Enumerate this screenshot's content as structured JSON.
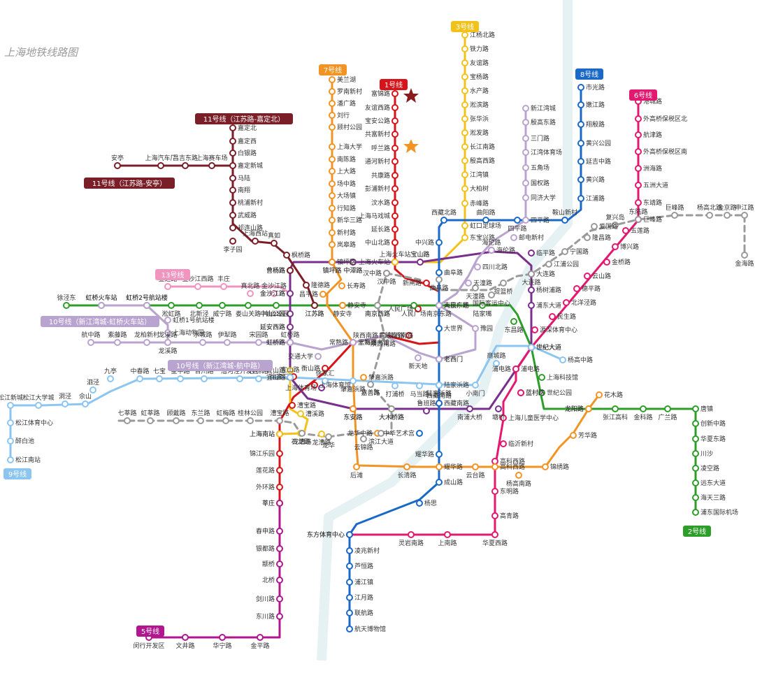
{
  "title": "上海地铁线路图",
  "river_color": "#e6f1f4",
  "lines": [
    {
      "id": "l1",
      "badge": "1号线",
      "color": "#d7141a",
      "stations": [
        "富锦路",
        "友谊西路",
        "宝安公路",
        "共富新村",
        "呼兰路",
        "通河新村",
        "共康路",
        "彭浦新村",
        "汶水路",
        "上海马戏城",
        "延长路",
        "中山北路",
        "上海火车站",
        "汉中路",
        "新闸路",
        "人民广场",
        "黄陂南路",
        "陕西南路",
        "常熟路",
        "衡山路",
        "徐家汇",
        "上海体育馆",
        "漕宝路",
        "上海南站",
        "锦江乐园",
        "莲花路",
        "外环路",
        "莘庄"
      ]
    },
    {
      "id": "l2",
      "badge": "2号线",
      "color": "#2e9e2a",
      "stations": [
        "徐泾东",
        "虹桥火车站",
        "虹桥2号航站楼",
        "淞虹路",
        "北新泾",
        "威宁路",
        "娄山关路",
        "中山公园",
        "江苏路",
        "静安寺",
        "南京西路",
        "人民广场",
        "南京东路",
        "陆家嘴",
        "东昌路",
        "世纪大道",
        "上海科技馆",
        "世纪公园",
        "龙阳路",
        "张江高科",
        "金科路",
        "广兰路",
        "唐镇",
        "创新中路",
        "华夏东路",
        "川沙",
        "凌空路",
        "远东大道",
        "海天三路",
        "浦东国际机场"
      ]
    },
    {
      "id": "l3",
      "badge": "3号线",
      "color": "#f2c21b",
      "stations": [
        "江杨北路",
        "铁力路",
        "友谊路",
        "宝杨路",
        "水产路",
        "淞滨路",
        "张华浜",
        "淞发路",
        "长江南路",
        "殷高西路",
        "江湾镇",
        "大柏树",
        "赤峰路",
        "虹口足球场",
        "东宝兴路",
        "宝山路",
        "上海火车站",
        "中潭路",
        "镇坪路",
        "曹杨路",
        "金沙江路",
        "中山公园",
        "延安西路",
        "虹桥路",
        "宜山路",
        "漕溪路",
        "龙漕路",
        "石龙路",
        "上海南站"
      ]
    },
    {
      "id": "l4",
      "badge": "4号线",
      "color": "#7a2e8e",
      "stations": [
        "宜山路",
        "上海体育场",
        "东安路",
        "大木桥路",
        "鲁班路",
        "西藏南路",
        "南浦大桥",
        "塘桥",
        "蓝村路",
        "浦电路",
        "世纪大道",
        "浦东大道",
        "杨树浦路",
        "大连路",
        "临平路",
        "海伦路",
        "宝山路",
        "中潭路",
        "镇坪路",
        "曹杨路",
        "金沙江路",
        "中山公园",
        "延安西路",
        "虹桥路"
      ]
    },
    {
      "id": "l5",
      "badge": "5号线",
      "color": "#b1168f",
      "stations": [
        "莘庄",
        "春申路",
        "银都路",
        "颛桥",
        "北桥",
        "剑川路",
        "东川路",
        "金平路",
        "华宁路",
        "文井路",
        "闵行开发区"
      ]
    },
    {
      "id": "l6",
      "badge": "6号线",
      "color": "#e3186f",
      "stations": [
        "港城路",
        "外高桥保税区北",
        "航津路",
        "外高桥保税区南",
        "洲海路",
        "五洲大道",
        "东靖路",
        "巨峰路",
        "五莲路",
        "博兴路",
        "金桥路",
        "云山路",
        "德平路",
        "北洋泾路",
        "民生路",
        "源深体育中心",
        "世纪大道",
        "浦电路",
        "蓝村路",
        "上海儿童医学中心",
        "临沂新村",
        "高科西路",
        "东明路",
        "高青路",
        "华夏西路",
        "上南路",
        "灵岩南路",
        "东方体育中心"
      ]
    },
    {
      "id": "l7",
      "badge": "7号线",
      "color": "#f29424",
      "stations": [
        "美兰湖",
        "罗南新村",
        "潘广路",
        "刘行",
        "顾村公园",
        "上海大学",
        "南陈路",
        "上大路",
        "场中路",
        "大场镇",
        "行知路",
        "新华三路",
        "新村路",
        "岚皋路",
        "镇坪路",
        "长寿路",
        "昌平路",
        "静安寺",
        "常熟路",
        "肇嘉浜路",
        "东安路",
        "龙华中路",
        "后滩",
        "长清路",
        "耀华路",
        "云台路",
        "高科西路",
        "杨高南路",
        "锦绣路",
        "芳华路",
        "龙阳路",
        "花木路"
      ]
    },
    {
      "id": "l8",
      "badge": "8号线",
      "color": "#1a68c8",
      "stations": [
        "市光路",
        "嫩江路",
        "翔殷路",
        "黄兴公园",
        "延吉中路",
        "黄兴路",
        "江浦路",
        "鞍山新村",
        "四平路",
        "曲阳路",
        "西藏北路",
        "中兴路",
        "曲阜路",
        "人民广场",
        "大世界",
        "老西门",
        "陆家浜路",
        "西藏南路",
        "中华艺术宫",
        "耀华路",
        "成山路",
        "杨思",
        "东方体育中心",
        "凌兆新村",
        "芦恒路",
        "浦江镇",
        "江月路",
        "联航路",
        "航天博物馆"
      ]
    },
    {
      "id": "l9",
      "badge": "9号线",
      "color": "#8cc6f0",
      "stations": [
        "松江南站",
        "醉白池",
        "松江体育中心",
        "松江新城",
        "松江大学城",
        "洞泾",
        "佘山",
        "泗泾",
        "九亭",
        "中春路",
        "七宝",
        "星中路",
        "合川路",
        "漕河泾开发区",
        "桂林路",
        "宜山路",
        "徐家汇",
        "肇嘉浜路",
        "嘉善路",
        "打浦桥",
        "马当路",
        "陆家浜路",
        "小南门",
        "商城路",
        "世纪大道",
        "杨高中路"
      ]
    },
    {
      "id": "l10",
      "badge": "10号线（新江湾城-虹桥火车站）",
      "color": "#b9a3cf",
      "stations": [
        "新江湾城",
        "殷高东路",
        "三门路",
        "江湾体育场",
        "五角场",
        "国权路",
        "同济大学",
        "四平路",
        "邮电新村",
        "海伦路",
        "四川北路",
        "天潼路",
        "南京东路",
        "豫园",
        "老西门",
        "新天地",
        "陕西南路",
        "上海图书馆",
        "交通大学",
        "虹桥路",
        "宋园路",
        "伊犁路",
        "水城路",
        "龙溪路",
        "上海动物园",
        "虹桥1号航站楼",
        "虹桥2号航站楼",
        "虹桥火车站"
      ]
    },
    {
      "id": "l10b",
      "badge": "10号线（新江湾城-航中路）",
      "color": "#b9a3cf",
      "stations": [
        "龙溪路",
        "龙柏新村",
        "紫藤路",
        "航中路"
      ]
    },
    {
      "id": "l11a",
      "badge": "11号线（江苏路-嘉定北）",
      "color": "#7a1f28",
      "stations": [
        "嘉定北",
        "嘉定西",
        "白银路",
        "嘉定新城",
        "马陆",
        "南翔",
        "桃浦新村",
        "武威路",
        "祁连山路",
        "李子园",
        "上海西站",
        "真如",
        "枫桥路",
        "曹杨路",
        "隆德路",
        "江苏路"
      ]
    },
    {
      "id": "l11b",
      "badge": "11号线（江苏路-安亭）",
      "color": "#7a1f28",
      "stations": [
        "安亭",
        "上海汽车厂",
        "昌吉东路",
        "上海赛车场"
      ]
    },
    {
      "id": "l12",
      "badge": "",
      "color": "#9a9a9a",
      "stations": [
        "七莘路",
        "虹莘路",
        "顾戴路",
        "东兰路",
        "虹梅路",
        "桂林公园",
        "漕宝路",
        "龙漕路",
        "龙华",
        "云锦路",
        "滨江大道",
        "大木桥路",
        "嘉善路",
        "陕西南路",
        "南京西路",
        "汉中路",
        "曲阜路",
        "天潼路",
        "国际客运中心",
        "提篮桥",
        "大连路",
        "江浦公园",
        "宁国路",
        "隆昌路",
        "爱国路",
        "复兴岛",
        "东陆路",
        "巨峰路",
        "杨高北路",
        "金京路",
        "申江路",
        "金海路"
      ]
    },
    {
      "id": "l13",
      "badge": "13号线",
      "color": "#ef95c0",
      "stations": [
        "金运路",
        "金沙江西路",
        "丰庄",
        "真北路",
        "金沙江路"
      ]
    }
  ]
}
